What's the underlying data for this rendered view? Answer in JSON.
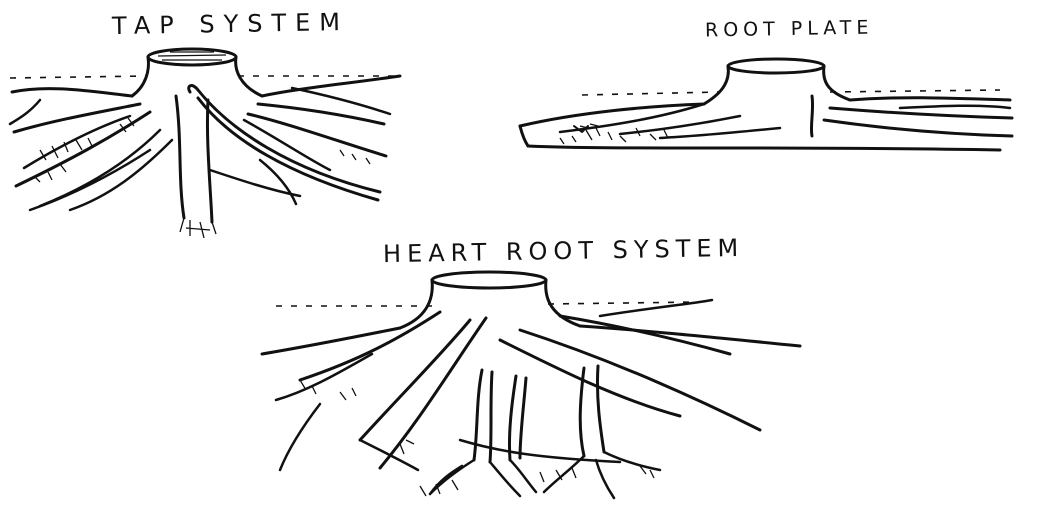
{
  "diagrams": {
    "tap_system": {
      "label": "TAP SYSTEM"
    },
    "root_plate": {
      "label": "ROOT PLATE"
    },
    "heart_root_system": {
      "label": "HEART ROOT SYSTEM"
    }
  },
  "colors": {
    "ink": "#111111",
    "background": "#ffffff"
  }
}
